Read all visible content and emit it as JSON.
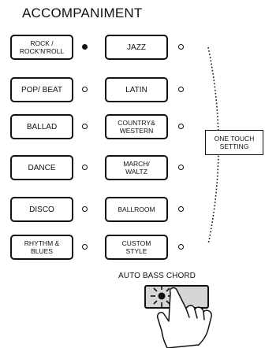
{
  "panel": {
    "title": "ACCOMPANIMENT"
  },
  "styles_left": [
    {
      "label": "ROCK /\nROCK'N'ROLL",
      "led_on": true
    },
    {
      "label": "POP/ BEAT",
      "led_on": false
    },
    {
      "label": "BALLAD",
      "led_on": false
    },
    {
      "label": "DANCE",
      "led_on": false
    },
    {
      "label": "DISCO",
      "led_on": false
    },
    {
      "label": "RHYTHM &\nBLUES",
      "led_on": false
    }
  ],
  "styles_right": [
    {
      "label": "JAZZ",
      "led_on": false
    },
    {
      "label": "LATIN",
      "led_on": false
    },
    {
      "label": "COUNTRY&\nWESTERN",
      "led_on": false
    },
    {
      "label": "MARCH/\nWALTZ",
      "led_on": false
    },
    {
      "label": "BALLROOM",
      "led_on": false
    },
    {
      "label": "CUSTOM\nSTYLE",
      "led_on": false
    }
  ],
  "one_touch": {
    "label": "ONE TOUCH\nSETTING"
  },
  "auto_bass": {
    "label": "AUTO BASS CHORD",
    "led_on": true
  },
  "icons": {
    "hand": "pointing-hand-icon",
    "bracket": "dotted-bracket"
  }
}
